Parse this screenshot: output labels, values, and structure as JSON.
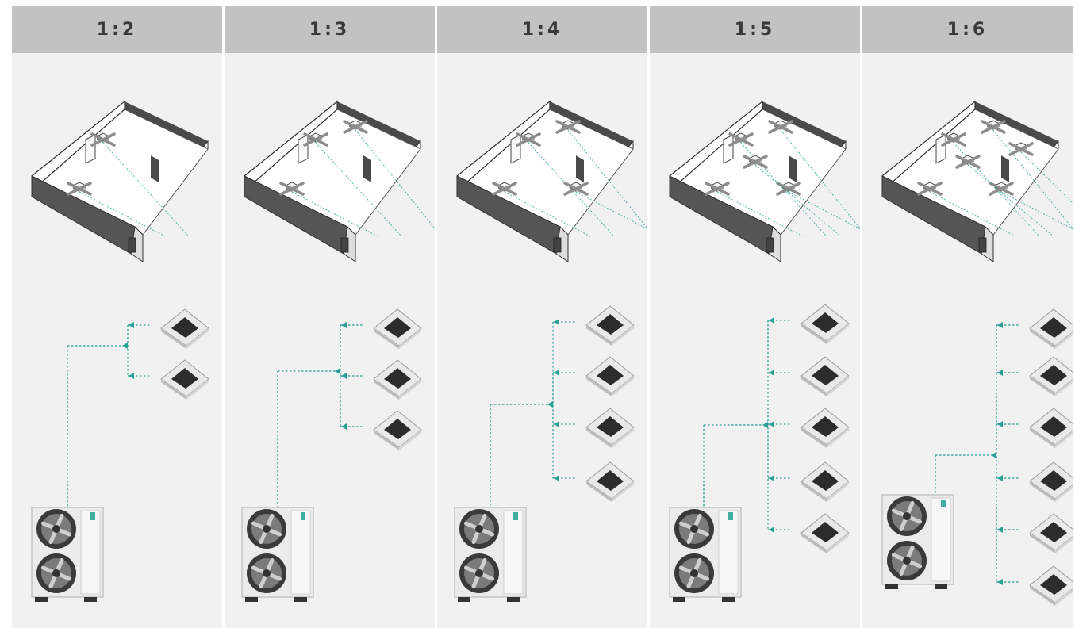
{
  "colors": {
    "header_bg": "#c2c2c2",
    "panel_bg": "#f1f1f1",
    "pipe": "#2aa197",
    "text": "#3a3a3a"
  },
  "icons": {
    "building": "floorplan-building-icon",
    "indoor": "cassette-indoor-unit-icon",
    "outdoor": "outdoor-unit-icon"
  },
  "panels": [
    {
      "ratio": "1:2",
      "indoor_units": 2
    },
    {
      "ratio": "1:3",
      "indoor_units": 3
    },
    {
      "ratio": "1:4",
      "indoor_units": 4
    },
    {
      "ratio": "1:5",
      "indoor_units": 5
    },
    {
      "ratio": "1:6",
      "indoor_units": 6
    }
  ]
}
